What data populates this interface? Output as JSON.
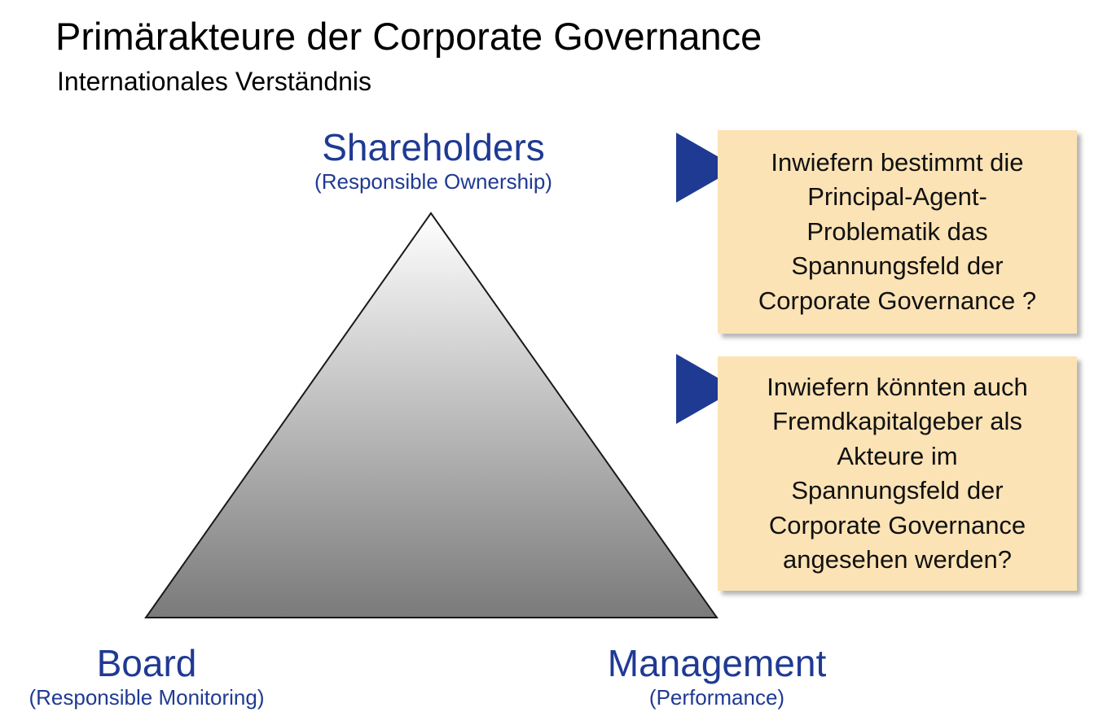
{
  "header": {
    "title": "Primärakteure der Corporate Governance",
    "subtitle": "Internationales Verständnis"
  },
  "triangle": {
    "top": {
      "name": "Shareholders",
      "sub": "(Responsible Ownership)"
    },
    "bottom_left": {
      "name": "Board",
      "sub": "(Responsible Monitoring)"
    },
    "bottom_right": {
      "name": "Management",
      "sub": "(Performance)"
    }
  },
  "questions": [
    {
      "text": "Inwiefern bestimmt die\nPrincipal-Agent-\nProblematik das\nSpannungsfeld der\nCorporate Governance ?"
    },
    {
      "text": "Inwiefern könnten auch\nFremdkapitalgeber als\nAkteure im\nSpannungsfeld der\nCorporate Governance\nangesehen werden?"
    }
  ],
  "colors": {
    "accent_blue": "#1f3a93",
    "box_fill": "#fbe3b5",
    "gradient_top": "#ffffff",
    "gradient_bottom": "#7a7a7a"
  },
  "icons": {
    "arrow": "triangle-pointer-right-icon"
  }
}
